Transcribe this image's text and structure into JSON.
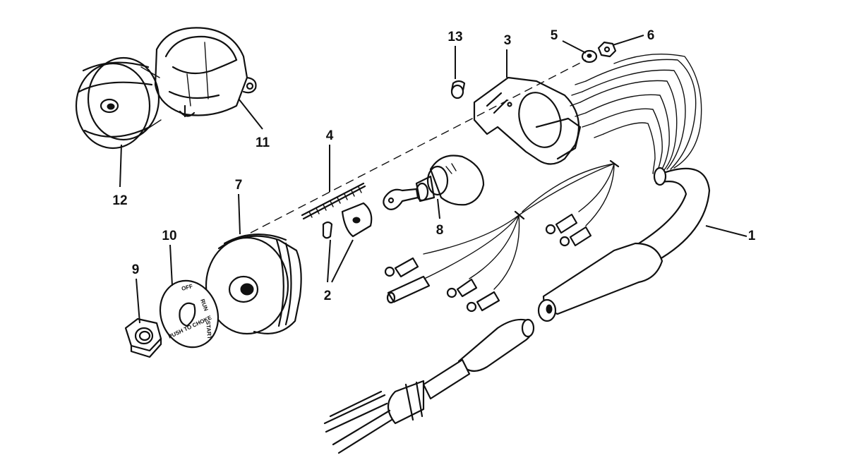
{
  "callouts": [
    {
      "id": "1",
      "label": "1"
    },
    {
      "id": "2",
      "label": "2"
    },
    {
      "id": "3",
      "label": "3"
    },
    {
      "id": "4",
      "label": "4"
    },
    {
      "id": "5",
      "label": "5"
    },
    {
      "id": "6",
      "label": "6"
    },
    {
      "id": "7",
      "label": "7"
    },
    {
      "id": "8",
      "label": "8"
    },
    {
      "id": "9",
      "label": "9"
    },
    {
      "id": "10",
      "label": "10"
    },
    {
      "id": "11",
      "label": "11"
    },
    {
      "id": "12",
      "label": "12"
    },
    {
      "id": "13",
      "label": "13"
    }
  ],
  "decal": {
    "off": "OFF",
    "run": "RUN",
    "start": "START",
    "push_to_choke": "PUSH TO CHOKE"
  }
}
